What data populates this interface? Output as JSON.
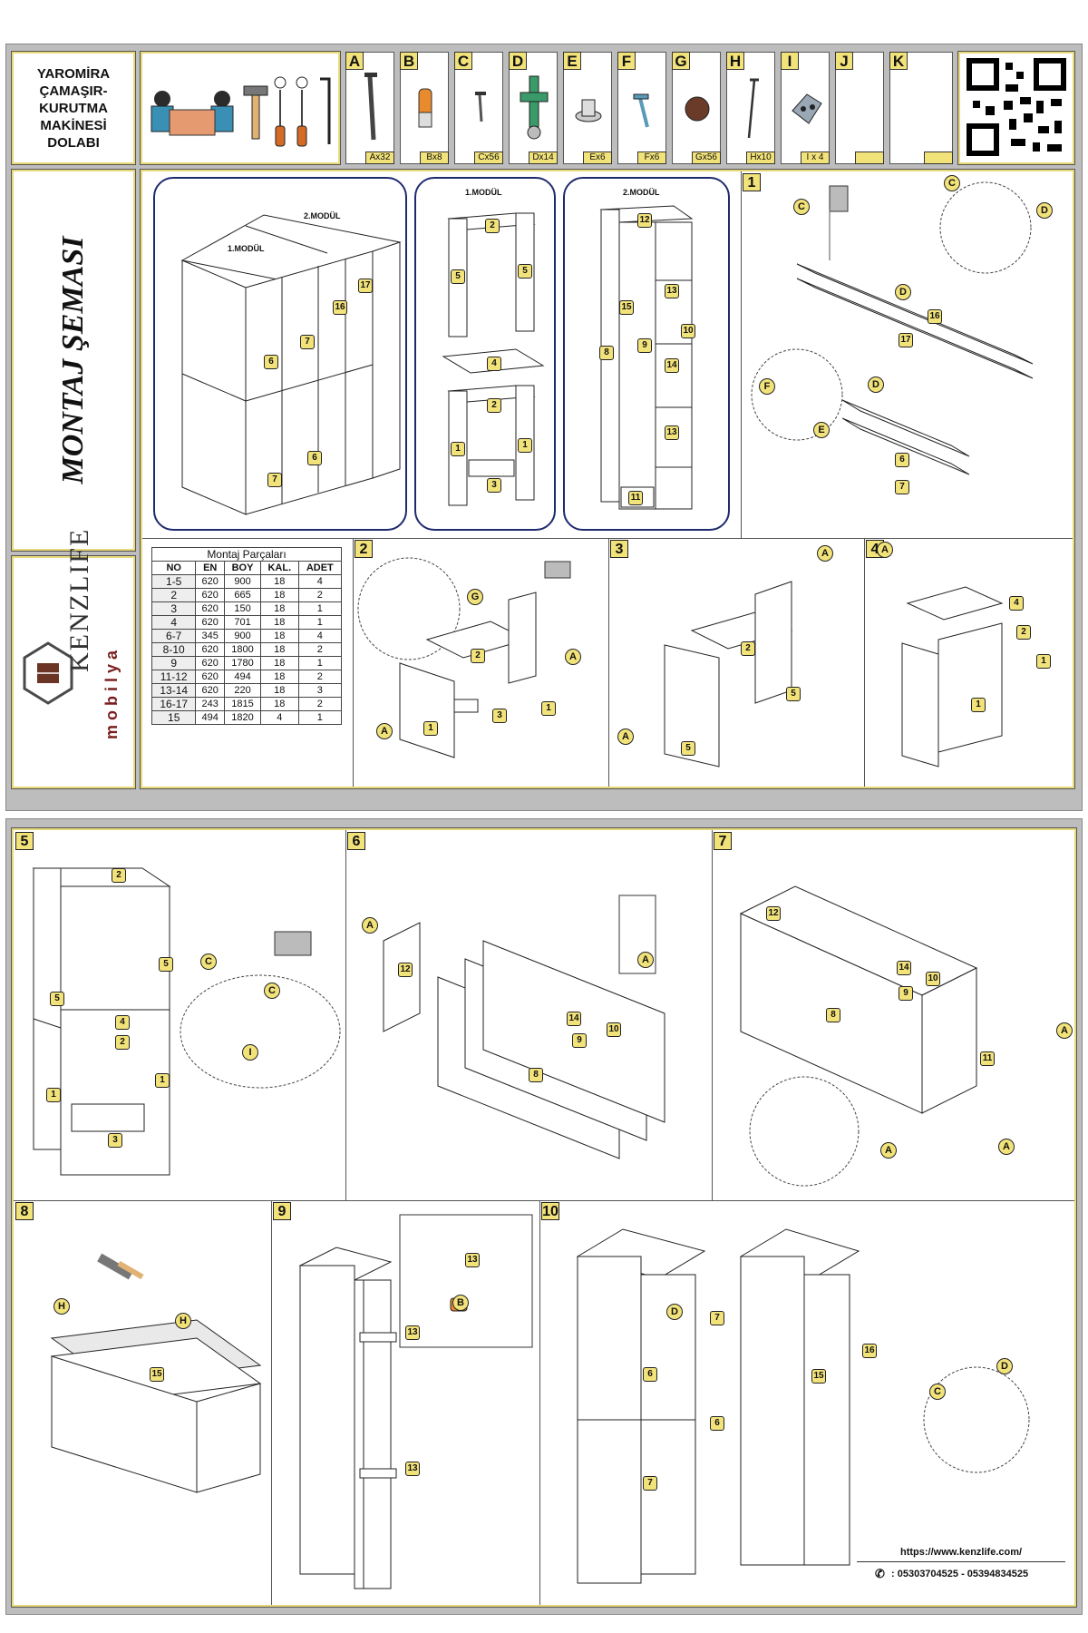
{
  "header": {
    "title_lines": [
      "YAROMİRA",
      "ÇAMAŞIR-",
      "KURUTMA",
      "MAKİNESİ",
      "DOLABI"
    ]
  },
  "hardware": [
    {
      "letter": "A",
      "qty": "Ax32",
      "icon": "long-screw-icon"
    },
    {
      "letter": "B",
      "qty": "Bx8",
      "icon": "wooden-dowel-icon"
    },
    {
      "letter": "C",
      "qty": "Cx56",
      "icon": "short-screw-icon"
    },
    {
      "letter": "D",
      "qty": "Dx14",
      "icon": "hinge-icon"
    },
    {
      "letter": "E",
      "qty": "Ex6",
      "icon": "adjustable-foot-icon"
    },
    {
      "letter": "F",
      "qty": "Fx6",
      "icon": "foot-screw-icon"
    },
    {
      "letter": "G",
      "qty": "Gx56",
      "icon": "cap-cover-icon"
    },
    {
      "letter": "H",
      "qty": "Hx10",
      "icon": "nail-icon"
    },
    {
      "letter": "I",
      "qty": "I x 4",
      "icon": "connector-bracket-icon"
    },
    {
      "letter": "J",
      "qty": "",
      "icon": ""
    },
    {
      "letter": "K",
      "qty": "",
      "icon": ""
    }
  ],
  "side_title": "MONTAJ ŞEMASI",
  "logo": {
    "brand": "KENZLIFE",
    "sub": "mobilya"
  },
  "modules": {
    "m1": "1.MODÜL",
    "m2": "2.MODÜL"
  },
  "parts_table": {
    "caption": "Montaj Parçaları",
    "headers": [
      "NO",
      "EN",
      "BOY",
      "KAL.",
      "ADET"
    ],
    "rows": [
      [
        "1-5",
        "620",
        "900",
        "18",
        "4"
      ],
      [
        "2",
        "620",
        "665",
        "18",
        "2"
      ],
      [
        "3",
        "620",
        "150",
        "18",
        "1"
      ],
      [
        "4",
        "620",
        "701",
        "18",
        "1"
      ],
      [
        "6-7",
        "345",
        "900",
        "18",
        "4"
      ],
      [
        "8-10",
        "620",
        "1800",
        "18",
        "2"
      ],
      [
        "9",
        "620",
        "1780",
        "18",
        "1"
      ],
      [
        "11-12",
        "620",
        "494",
        "18",
        "2"
      ],
      [
        "13-14",
        "620",
        "220",
        "18",
        "3"
      ],
      [
        "16-17",
        "243",
        "1815",
        "18",
        "2"
      ],
      [
        "15",
        "494",
        "1820",
        "4",
        "1"
      ]
    ]
  },
  "steps": [
    "1",
    "2",
    "3",
    "4",
    "5",
    "6",
    "7",
    "8",
    "9",
    "10"
  ],
  "contact": {
    "url": "https://www.kenzlife.com/",
    "phones": ": 05303704525 - 05394834525"
  },
  "colors": {
    "accent": "#f2e27a",
    "frame": "#1e2a6e",
    "border": "#e8d978"
  }
}
